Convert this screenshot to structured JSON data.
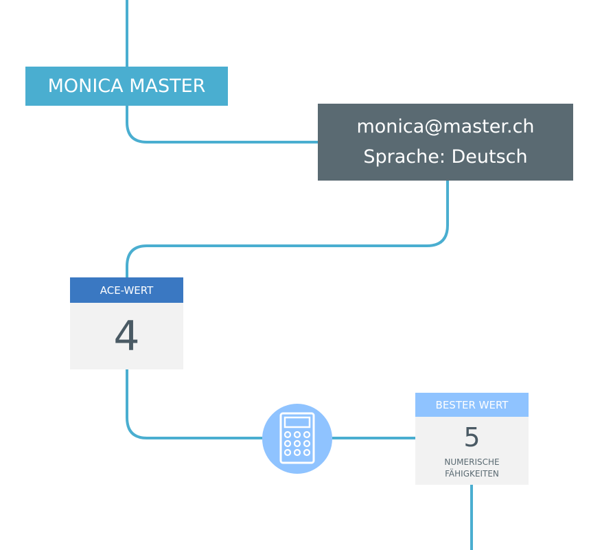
{
  "profile": {
    "name": "MONICA MASTER",
    "email": "monica@master.ch",
    "language": "Sprache: Deutsch"
  },
  "ace": {
    "label": "ACE-WERT",
    "value": "4"
  },
  "best": {
    "label": "BESTER WERT",
    "value": "5",
    "category_line1": "NUMERISCHE",
    "category_line2": "FÄHIGKEITEN"
  },
  "icons": {
    "tool": "calculator-icon"
  },
  "colors": {
    "connector": "#4aaed0",
    "name_box": "#4aaed0",
    "contact_box": "#5a6a72",
    "ace_header": "#3a78c2",
    "best_header": "#8fc3ff",
    "calc_circle": "#8fc3ff",
    "card_body": "#f2f2f2"
  }
}
